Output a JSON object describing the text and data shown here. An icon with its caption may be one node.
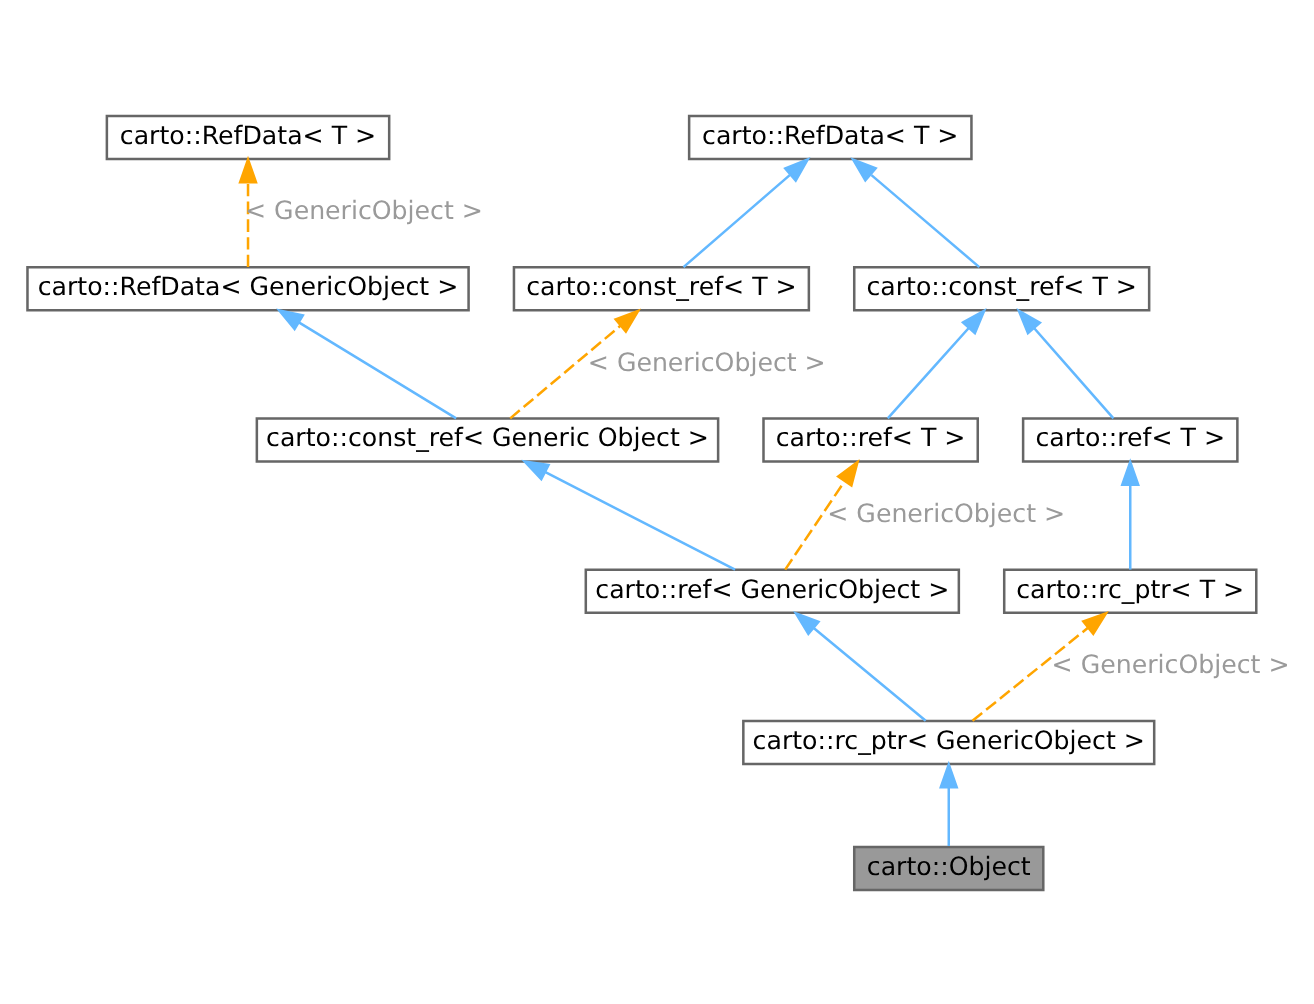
{
  "diagram": {
    "nodes": [
      {
        "text": [
          "carto::RefData< T >"
        ]
      },
      {
        "text": [
          "carto::RefData< T >"
        ]
      },
      {
        "text": [
          "carto::RefData< GenericObject >"
        ]
      },
      {
        "text": [
          "carto::const_ref< T >"
        ]
      },
      {
        "text": [
          "carto::const_ref< T >"
        ]
      },
      {
        "text": [
          "carto::const_ref< Generic Object >"
        ]
      },
      {
        "text": [
          "carto::ref< T >"
        ]
      },
      {
        "text": [
          "carto::ref< T >"
        ]
      },
      {
        "text": [
          "carto::ref< GenericObject >"
        ]
      },
      {
        "text": [
          "carto::rc_ptr< T >"
        ]
      },
      {
        "text": [
          "carto::rc_ptr< GenericObject >"
        ]
      },
      {
        "text": [
          "carto::Object"
        ]
      }
    ],
    "edges": [
      {
        "from": 2,
        "to": 0,
        "arrow": "to",
        "label": "< GenericObject >",
        "style": "dashed",
        "color": "#ffa500"
      },
      {
        "from": 3,
        "to": 1,
        "arrow": "to"
      },
      {
        "from": 4,
        "to": 1,
        "arrow": "to"
      },
      {
        "from": 5,
        "to": 2,
        "arrow": "to"
      },
      {
        "from": 5,
        "to": 3,
        "arrow": "to",
        "label": "< GenericObject >",
        "style": "dashed",
        "color": "#ffa500"
      },
      {
        "from": 6,
        "to": 4,
        "arrow": "to"
      },
      {
        "from": 7,
        "to": 4,
        "arrow": "to"
      },
      {
        "from": 8,
        "to": 5,
        "arrow": "to"
      },
      {
        "from": 8,
        "to": 6,
        "arrow": "to",
        "label": "< GenericObject >",
        "style": "dashed",
        "color": "#ffa500"
      },
      {
        "from": 9,
        "to": 7,
        "arrow": "to"
      },
      {
        "from": 10,
        "to": 8,
        "arrow": "to"
      },
      {
        "from": 10,
        "to": 9,
        "arrow": "to",
        "label": "< GenericObject >",
        "style": "dashed",
        "color": "#ffa500"
      },
      {
        "from": 11,
        "to": 10,
        "arrow": "to"
      }
    ]
  }
}
